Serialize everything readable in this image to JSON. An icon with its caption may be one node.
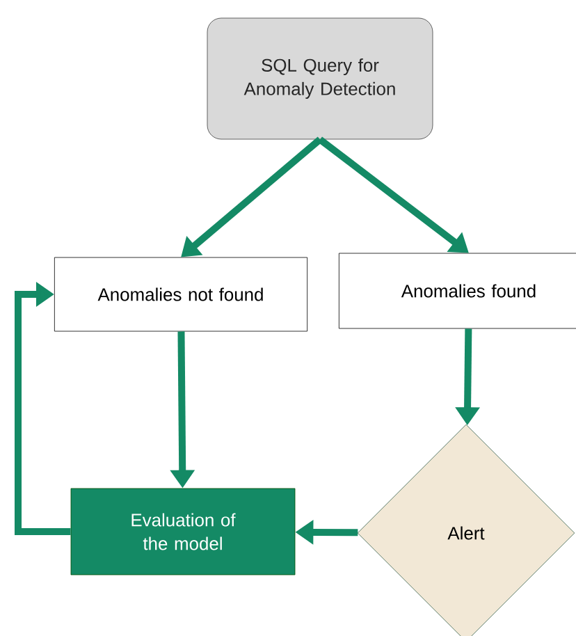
{
  "diagram": {
    "nodes": [
      {
        "text": [
          "SQL Query for Anomaly Detection"
        ]
      },
      {
        "text": [
          "Anomalies not found"
        ]
      },
      {
        "text": [
          "Anomalies found"
        ]
      },
      {
        "text": [
          "Evaluation of the model"
        ]
      },
      {
        "text": [
          "Alert"
        ]
      }
    ],
    "edges": [
      {
        "from": 0,
        "to": 1,
        "arrow": "to"
      },
      {
        "from": 0,
        "to": 2,
        "arrow": "to"
      },
      {
        "from": 1,
        "to": 3,
        "arrow": "to"
      },
      {
        "from": 2,
        "to": 4,
        "arrow": "to"
      },
      {
        "from": 4,
        "to": 3,
        "arrow": "to"
      },
      {
        "from": 3,
        "to": 1,
        "arrow": "to"
      }
    ]
  }
}
